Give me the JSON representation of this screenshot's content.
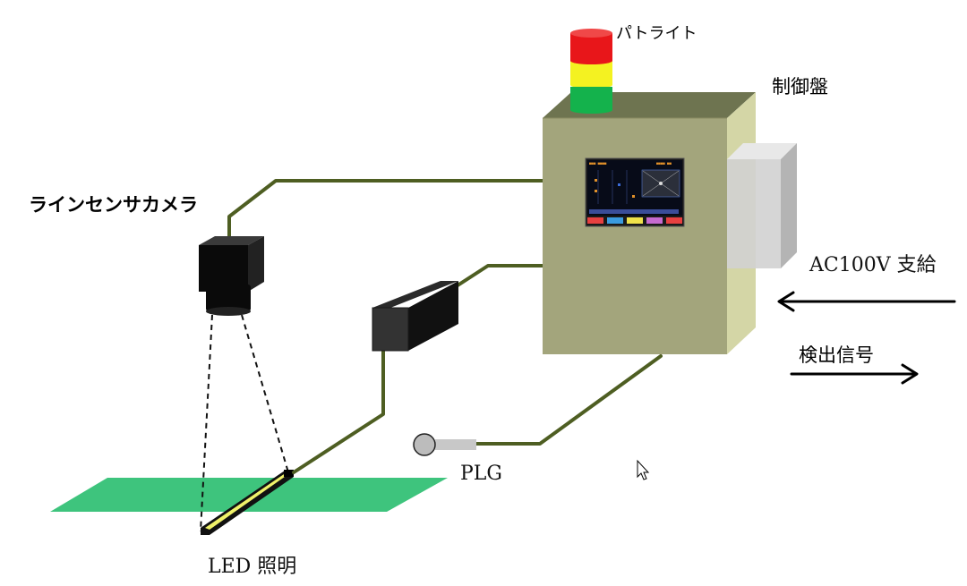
{
  "labels": {
    "line_sensor_camera": "ラインセンサカメラ",
    "patlite": "パトライト",
    "control_panel": "制御盤",
    "ac_supply": "AC100V 支給",
    "detection_signal": "検出信号",
    "plg": "PLG",
    "led_light": "LED 照明"
  },
  "colors": {
    "wire": "#4e5e22",
    "panel_front": "#a3a57c",
    "panel_top": "#6e7450",
    "panel_side": "#d4d6a6",
    "work_surface": "#3ec47d",
    "lamp_red": "#e8161a",
    "lamp_yellow": "#f4f221",
    "lamp_green": "#14b24c",
    "led_bar_light": "#f0f26a"
  },
  "icons": {
    "cursor": "mouse-pointer-icon"
  }
}
